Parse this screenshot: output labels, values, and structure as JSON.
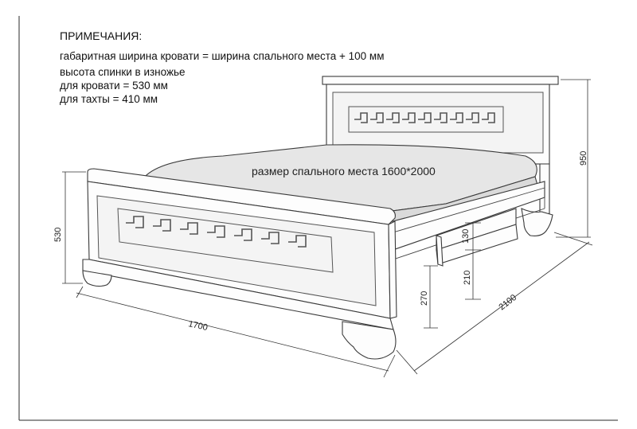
{
  "notes": {
    "title": "ПРИМЕЧАНИЯ:",
    "line1": "габаритная ширина кровати = ширина спального места + 100 мм",
    "line2": "высота спинки в изножье",
    "line3": "для кровати = 530 мм",
    "line4": "для тахты = 410 мм"
  },
  "sleep_area_label": "размер спального места 1600*2000",
  "dimensions": {
    "headboard_height": "950",
    "footboard_height": "530",
    "width": "1700",
    "length": "2100",
    "drawer_height": "130",
    "drawer_clearance": "210",
    "frame_height": "270"
  }
}
